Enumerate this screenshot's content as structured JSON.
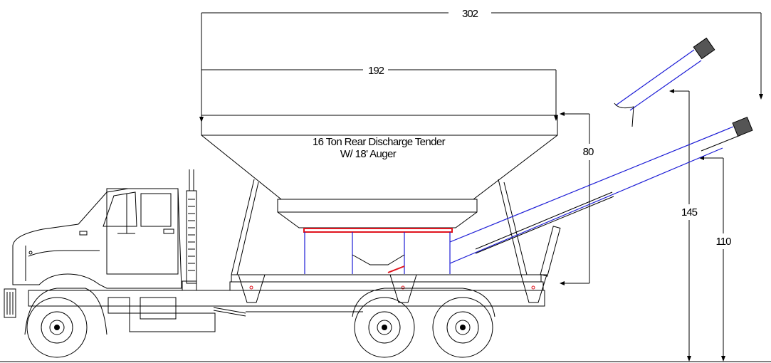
{
  "diagram": {
    "title_line1": "16 Ton Rear Discharge Tender",
    "title_line2": "W/ 18' Auger",
    "dimensions": {
      "overall_length": "302",
      "hopper_length": "192",
      "hopper_height": "80",
      "auger_raised_height": "145",
      "auger_lowered_height": "110"
    },
    "colors": {
      "outline": "#000000",
      "auger": "#1c1cd6",
      "accent": "#e0141e"
    }
  }
}
